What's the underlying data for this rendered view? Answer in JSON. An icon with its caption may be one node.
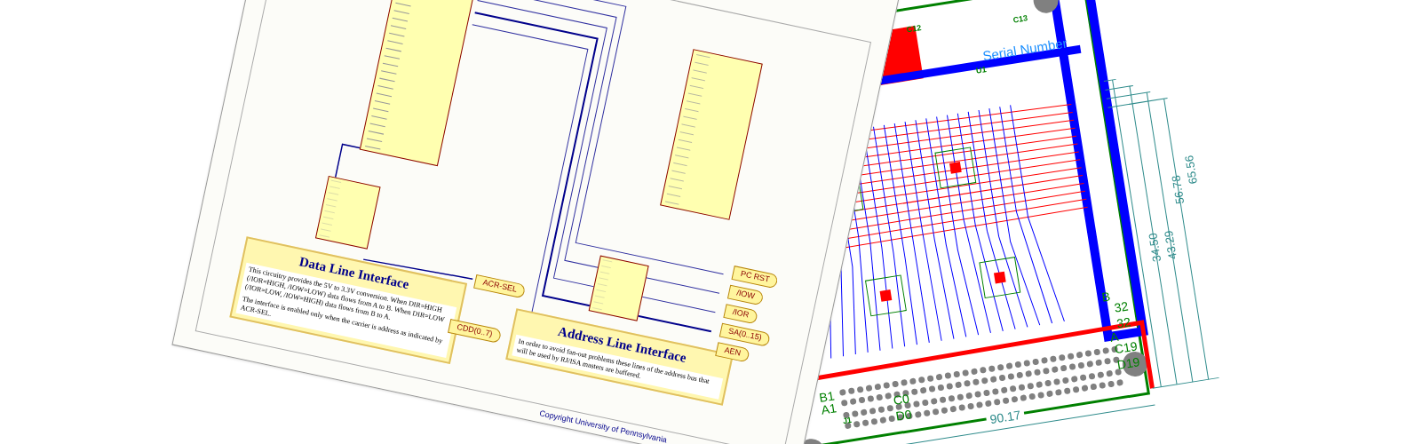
{
  "diagram": {
    "nodes": [
      {
        "text": [
          "Data Line Interface",
          "This circuitry provides the 5V to 3.3V conversion. When DIR=HIGH (/IOR=HIGH, /IOW=LOW) data flows from A to B. When DIR=LOW (/IOR=LOW, /IOW=HIGH) data flows from B to A.",
          "The interface is enabled only when the carrier is address as indicated by ACR-SEL."
        ]
      },
      {
        "text": [
          "Address Line Interface",
          "In order to avoid fan-out problems these lines of the address bus that will be used by RJ/ISA masters are buffered."
        ]
      }
    ],
    "labels": [
      "PC RST",
      "/IOW",
      "/IOR",
      "SA(0..15)",
      "AEN",
      "ACR-SEL",
      "CDD(0..7)",
      "Copyright University of Pennsylvania",
      "Serial Number",
      "C12",
      "C13",
      "U1",
      "B1",
      "A1",
      "J1",
      "C0",
      "D0",
      "C19",
      "D19",
      "32",
      "32",
      "B",
      "A",
      "34.50",
      "43.29",
      "56.78",
      "65.56",
      "90.17"
    ]
  }
}
